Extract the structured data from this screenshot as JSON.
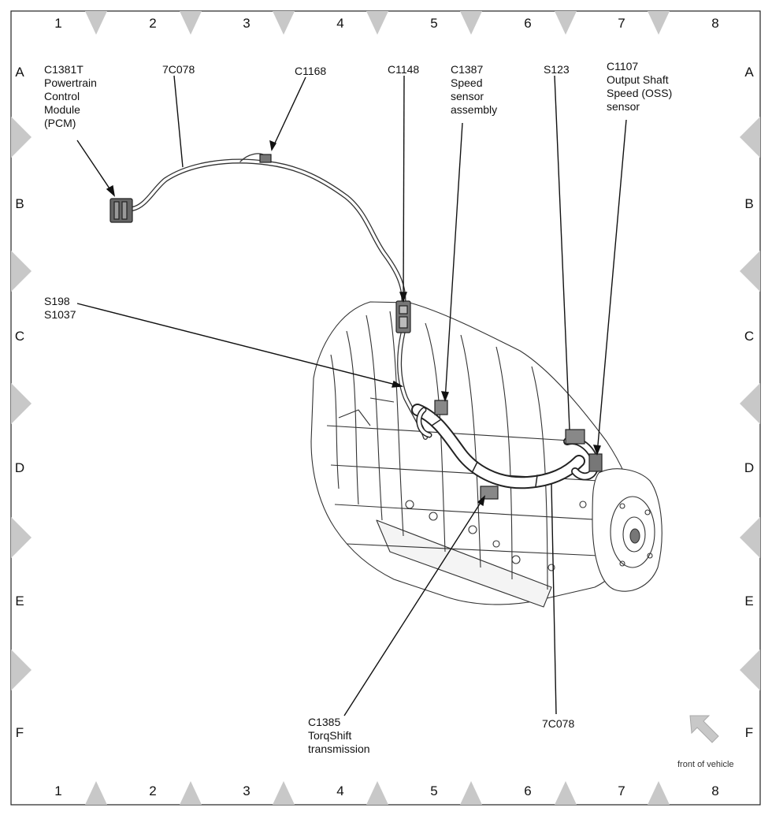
{
  "grid": {
    "columns": [
      "1",
      "2",
      "3",
      "4",
      "5",
      "6",
      "7",
      "8"
    ],
    "rows": [
      "A",
      "B",
      "C",
      "D",
      "E",
      "F"
    ]
  },
  "labels": {
    "pcm_connector": [
      "C1381T",
      "Powertrain",
      "Control",
      "Module",
      "(PCM)"
    ],
    "harness_top": [
      "7C078"
    ],
    "c1168": [
      "C1168"
    ],
    "c1148": [
      "C1148"
    ],
    "speed_sensor": [
      "C1387",
      "Speed",
      "sensor",
      "assembly"
    ],
    "s123": [
      "S123"
    ],
    "oss_sensor": [
      "C1107",
      "Output Shaft",
      "Speed (OSS)",
      "sensor"
    ],
    "splices": [
      "S198",
      "S1037"
    ],
    "torqshift": [
      "C1385",
      "TorqShift",
      "transmission"
    ],
    "harness_bottom": [
      "7C078"
    ]
  },
  "orientation": {
    "label": "front of vehicle"
  },
  "colors": {
    "line": "#111111",
    "marker": "#c8c8c8",
    "border": "#222222"
  }
}
